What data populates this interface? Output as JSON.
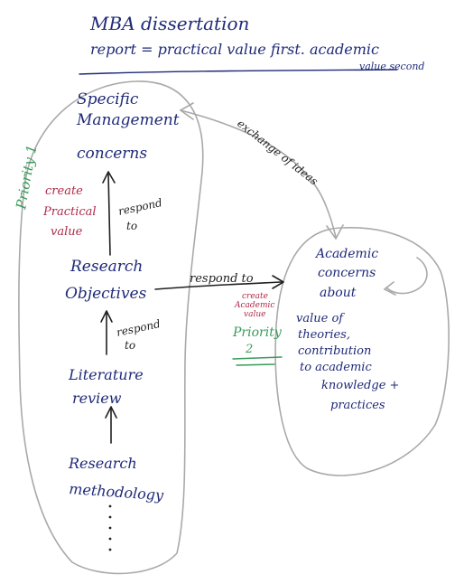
{
  "title": "MBA dissertation",
  "subtitle_line1": "report = practical value first. academic",
  "subtitle_line2": "value second",
  "left_nodes": {
    "specific_line1": "Specific",
    "specific_line2": "Management",
    "specific_line3": "concerns",
    "objectives_line1": "Research",
    "objectives_line2": "Objectives",
    "literature_line1": "Literature",
    "literature_line2": "review",
    "methodology_line1": "Research",
    "methodology_line2": "methodology"
  },
  "arrow_labels": {
    "respond_upper_line1": "respond",
    "respond_upper_line2": "to",
    "respond_lower_line1": "respond",
    "respond_lower_line2": "to",
    "respond_right": "respond to",
    "exchange": "exchange of ideas"
  },
  "priority1": {
    "label": "Priority 1",
    "create_line1": "create",
    "create_line2": "Practical",
    "create_line3": "value"
  },
  "priority2": {
    "create_line1": "create",
    "create_line2": "Academic",
    "create_line3": "value",
    "label_line1": "Priority",
    "label_line2": "2"
  },
  "right_node": {
    "line1": "Academic",
    "line2": "concerns",
    "line3": "about",
    "line4": "value of",
    "line5": "theories,",
    "line6": "contribution",
    "line7": "to academic",
    "line8": "knowledge +",
    "line9": "practices"
  },
  "colors": {
    "ink_blue": "#1f2a78",
    "ink_black": "#222222",
    "ink_green": "#3a9a5a",
    "ink_red": "#b02a4a",
    "pencil_grey": "#a9a9a9"
  }
}
